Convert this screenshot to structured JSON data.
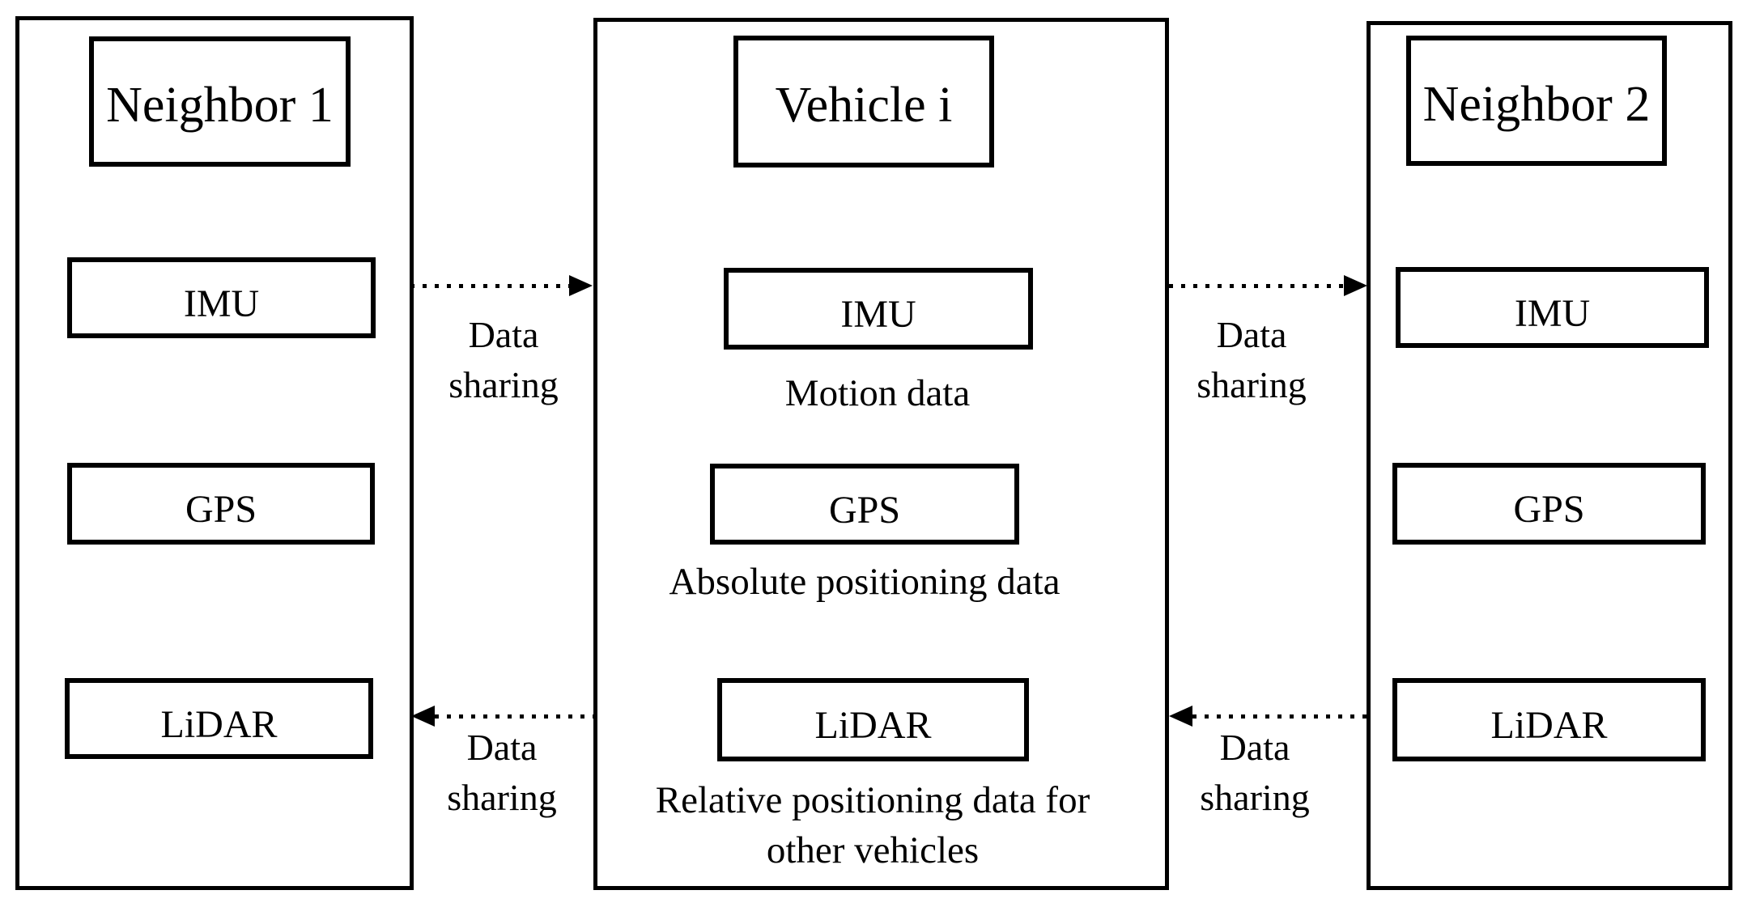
{
  "figure": {
    "background_color": "#ffffff",
    "line_color": "#000000"
  },
  "columns": [
    {
      "title": "Neighbor 1",
      "sensors": [
        {
          "label": "IMU"
        },
        {
          "label": "GPS"
        },
        {
          "label": "LiDAR"
        }
      ]
    },
    {
      "title": "Vehicle i",
      "sensors": [
        {
          "label": "IMU",
          "note_lines": [
            "Motion data"
          ]
        },
        {
          "label": "GPS",
          "note_lines": [
            "Absolute positioning data"
          ]
        },
        {
          "label": "LiDAR",
          "note_lines": [
            "Relative positioning data for",
            "other vehicles"
          ]
        }
      ]
    },
    {
      "title": "Neighbor 2",
      "sensors": [
        {
          "label": "IMU"
        },
        {
          "label": "GPS"
        },
        {
          "label": "LiDAR"
        }
      ]
    }
  ],
  "arrows": [
    {
      "row": "IMU",
      "from": "Neighbor 1",
      "to": "Vehicle i",
      "direction": "right",
      "style": "dotted",
      "label_lines": [
        "Data",
        "sharing"
      ]
    },
    {
      "row": "IMU",
      "from": "Vehicle i",
      "to": "Neighbor 2",
      "direction": "right",
      "style": "dotted",
      "label_lines": [
        "Data",
        "sharing"
      ]
    },
    {
      "row": "LiDAR",
      "from": "Vehicle i",
      "to": "Neighbor 1",
      "direction": "left",
      "style": "dotted",
      "label_lines": [
        "Data",
        "sharing"
      ]
    },
    {
      "row": "LiDAR",
      "from": "Neighbor 2",
      "to": "Vehicle i",
      "direction": "left",
      "style": "dotted",
      "label_lines": [
        "Data",
        "sharing"
      ]
    }
  ]
}
